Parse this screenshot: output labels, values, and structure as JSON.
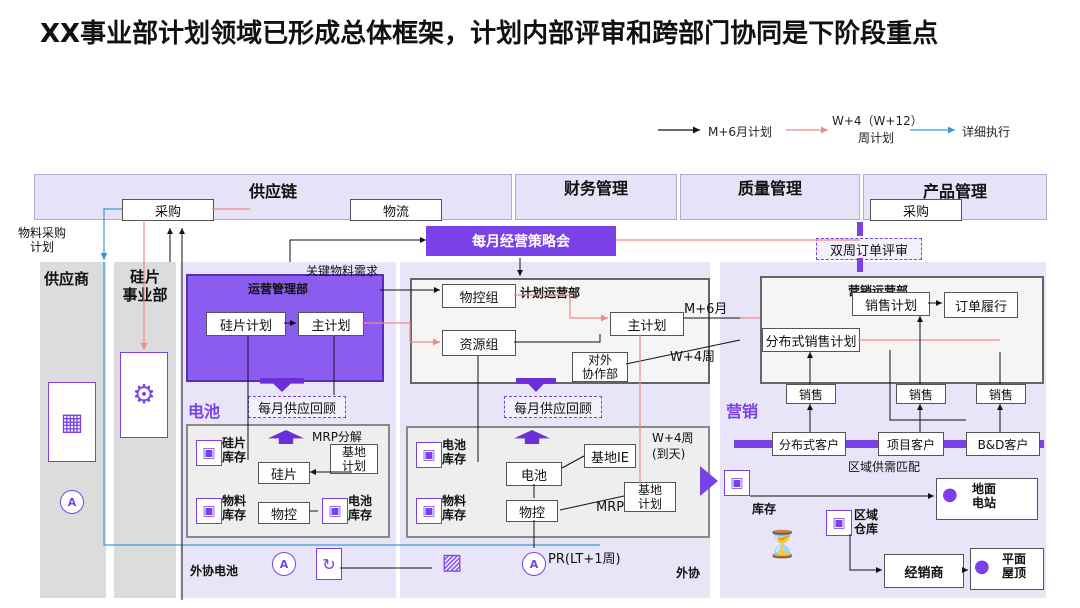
{
  "title": "XX事业部计划领域已形成总体框架，计划内部评审和跨部门协同是下阶段重点",
  "legend": {
    "item1": "M+6月计划",
    "item2": "W+4（W+12）",
    "item2b": "周计划",
    "item3": "详细执行"
  },
  "top": {
    "supply_chain": "供应链",
    "procure": "采购",
    "logistics": "物流",
    "finance": "财务管理",
    "quality": "质量管理",
    "product": "产品管理",
    "product_procure": "采购"
  },
  "meeting": "每月经营策略会",
  "biweekly": "双周订单评审",
  "material_plan": "物料采购\n计划",
  "supplier": "供应商",
  "wafer_bu": "硅片\n事业部",
  "key_material": "关键物料需求",
  "battery": {
    "ops": "运营管理部",
    "wafer_plan": "硅片计划",
    "master_plan": "主计划",
    "monthly_review": "每月供应回顾",
    "label": "电池",
    "mrp": "MRP分解",
    "wafer_stock": "硅片\n库存",
    "wafer": "硅片",
    "base_plan": "基地\n计划",
    "material_stock": "物料\n库存",
    "material_ctrl": "物控",
    "battery_stock": "电池\n库存",
    "external": "外协电池"
  },
  "plan_ops": {
    "title": "计划运营部",
    "material_group": "物控组",
    "resource_group": "资源组",
    "master_plan": "主计划",
    "outsource_dept": "对外\n协作部",
    "m6": "M+6月",
    "w4": "W+4周",
    "monthly_review": "每月供应回顾",
    "w4_day": "W+4周\n(到天)",
    "battery_stock": "电池\n库存",
    "battery": "电池",
    "base_ie": "基地IE",
    "base_plan": "基地\n计划",
    "mrp": "MRP",
    "material_stock": "物料\n库存",
    "material_ctrl": "物控",
    "pr": "PR(LT+1周)",
    "external": "外协"
  },
  "marketing": {
    "title": "营销运营部",
    "sales_plan": "销售计划",
    "order_fulfill": "订单履行",
    "dist_sales_plan": "分布式销售计划",
    "sales1": "销售",
    "sales2": "销售",
    "sales3": "销售",
    "label": "营销",
    "dist_customer": "分布式客户",
    "project_customer": "项目客户",
    "bd_customer": "B&D客户",
    "region_match": "区域供需匹配",
    "inventory": "库存",
    "ground_station": "地面\n电站",
    "region_warehouse": "区域\n仓库",
    "dealer": "经销商",
    "flat_roof": "平面\n屋顶"
  },
  "colors": {
    "accent": "#7a41e8",
    "lavender": "#e9e5f8",
    "gray": "#dcdcdc",
    "pink": "#f08a8a",
    "blue": "#3a9ad9"
  }
}
